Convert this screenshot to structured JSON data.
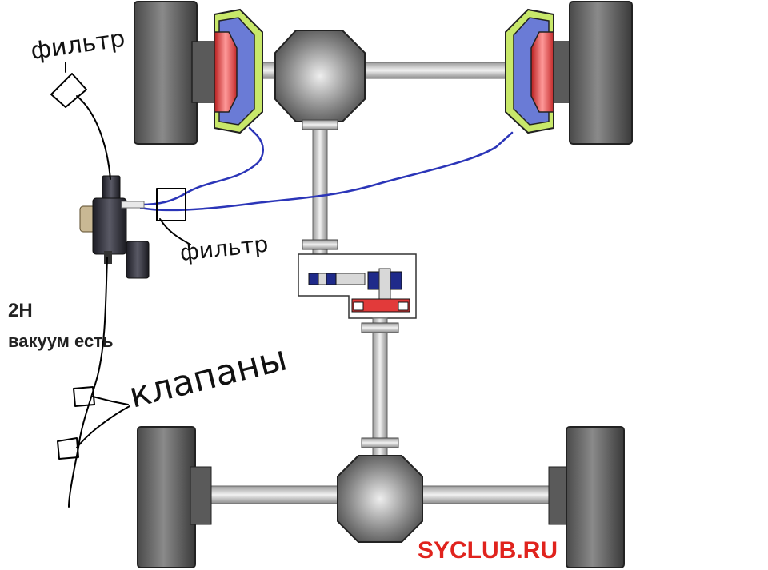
{
  "labels": {
    "mode": "2H",
    "vacuum_status": "вакуум есть",
    "filter_top": "фильтр",
    "filter_mid": "фильтр",
    "valves": "клапаны"
  },
  "watermark": "SYCLUB.RU",
  "colors": {
    "vacuum_line": "#2b35b8",
    "watermark": "#e0231d",
    "hub_red": "#e23a3a",
    "hub_blue": "#6a7bd6",
    "hub_green": "#c8e86a"
  }
}
